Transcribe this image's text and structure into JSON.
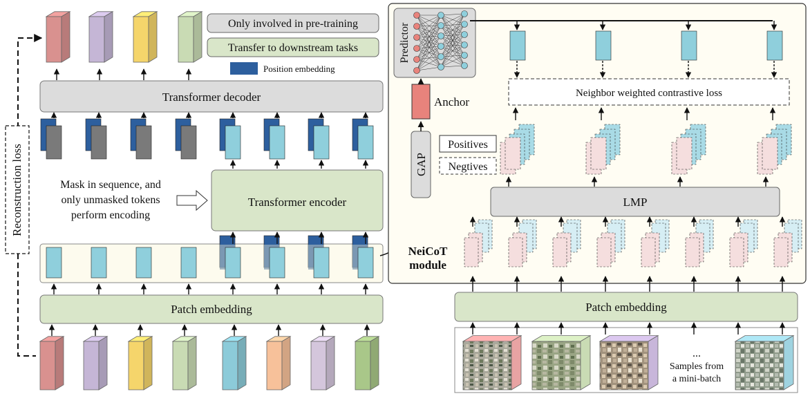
{
  "legend": {
    "pretrain_only": "Only involved in pre-training",
    "transfer": "Transfer to downstream tasks",
    "position_embedding": "Position embedding"
  },
  "left": {
    "decoder_label": "Transformer decoder",
    "encoder_label": "Transformer encoder",
    "patch_embedding_label": "Patch embedding",
    "reconstruction_loss": "Reconstruction loss",
    "mask_note": [
      "Mask in sequence, and",
      "only unmasked tokens",
      "perform encoding"
    ],
    "input_colors": [
      "#d9918f",
      "#c5b6d6",
      "#f5d56b",
      "#c9dbb4",
      "#8ccbd9",
      "#f7c19a",
      "#d4c6dc",
      "#a9c789"
    ],
    "output_colors": [
      "#d9918f",
      "#c5b6d6",
      "#f5d56b",
      "#c9dbb4"
    ]
  },
  "right": {
    "predictor_label": "Predictor",
    "anchor_label": "Anchor",
    "gap_label": "GAP",
    "positives_label": "Positives",
    "negatives_label": "Negtives",
    "lmp_label": "LMP",
    "contrastive_loss_label": "Neighbor weighted contrastive loss",
    "module_label": [
      "NeiCoT",
      "module"
    ],
    "patch_embedding_label": "Patch embedding",
    "samples_label": [
      "...",
      "Samples from",
      "a mini-batch"
    ],
    "sample_side_colors": [
      "#e8a3a3",
      "#c9dbb4",
      "#c8b6da",
      "#9fd3e0"
    ]
  },
  "colors": {
    "token_blue": "#8fcfdc",
    "position_blue": "#2d5f9e",
    "mask_gray": "#7a7a7a",
    "pretrain_gray": "#dcdcdc",
    "transfer_green": "#d9e6c9",
    "anchor_red": "#e8837c",
    "neg_pink": "#f5dede"
  }
}
